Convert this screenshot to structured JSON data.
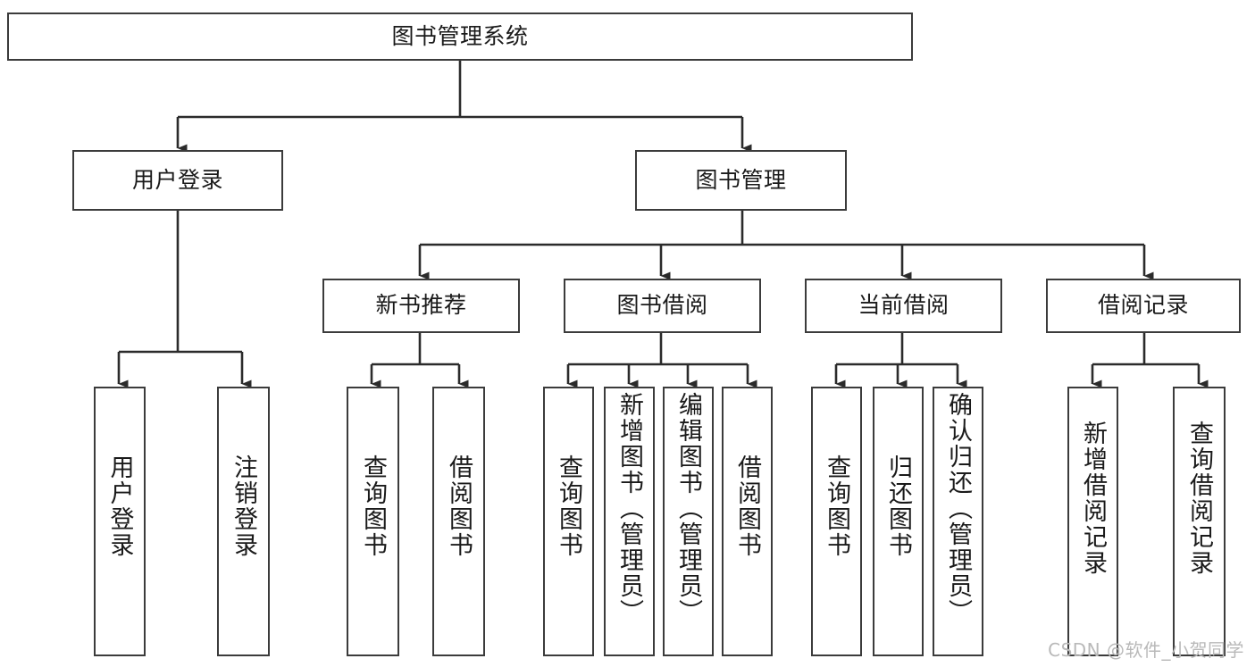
{
  "diagram": {
    "type": "tree-hierarchy",
    "title": "图书管理系统",
    "watermark": "CSDN @软件_小贺同学",
    "colors": {
      "box_border": "#3b3b3b",
      "box_fill": "#ffffff",
      "edge": "#2b2b2b",
      "text": "#1a1a1a",
      "watermark": "#b9b9b9",
      "background": "#ffffff"
    },
    "levels": {
      "root": {
        "label": "图书管理系统"
      },
      "level2": [
        {
          "label": "用户登录"
        },
        {
          "label": "图书管理"
        }
      ],
      "level3": [
        {
          "label": "新书推荐"
        },
        {
          "label": "图书借阅"
        },
        {
          "label": "当前借阅"
        },
        {
          "label": "借阅记录"
        }
      ],
      "leaves": [
        {
          "label": "用户登录",
          "parent": "用户登录"
        },
        {
          "label": "注销登录",
          "parent": "用户登录"
        },
        {
          "label": "查询图书",
          "parent": "新书推荐"
        },
        {
          "label": "借阅图书",
          "parent": "新书推荐"
        },
        {
          "label": "查询图书",
          "parent": "图书借阅"
        },
        {
          "label": "新增图书（管理员）",
          "parent": "图书借阅"
        },
        {
          "label": "编辑图书（管理员）",
          "parent": "图书借阅"
        },
        {
          "label": "借阅图书",
          "parent": "图书借阅"
        },
        {
          "label": "查询图书",
          "parent": "当前借阅"
        },
        {
          "label": "归还图书",
          "parent": "当前借阅"
        },
        {
          "label": "确认归还（管理员）",
          "parent": "当前借阅"
        },
        {
          "label": "新增借阅记录",
          "parent": "借阅记录"
        },
        {
          "label": "查询借阅记录",
          "parent": "借阅记录"
        }
      ]
    }
  }
}
